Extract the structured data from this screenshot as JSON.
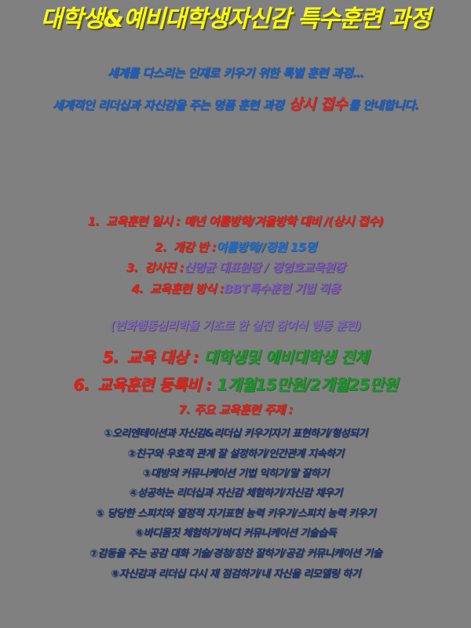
{
  "poster": {
    "background_color": "#808080",
    "title": "대학생&예비대학생자신감 특수훈련 과정",
    "title_color": "#ffff00",
    "subtitle_1": "세계를 다스리는 인재로 키우기 위한 특별 훈련 과정…",
    "subtitle_2_before": "세계적인 리더십과 자신감을 주는 명품 훈련 과정 ",
    "subtitle_2_highlight": "상시 접수",
    "subtitle_2_after": "를 안내합니다.",
    "subtitle_color": "#1560d0",
    "highlight_color": "#e8201a"
  },
  "items": [
    {
      "number": "1.",
      "label": "교육훈련 일시 :",
      "value": "매년 여름방학/겨울방학 대비 /(상시 접수)",
      "label_color": "#ee1c10",
      "value_color": "#ee1c10"
    },
    {
      "number": "2.",
      "label": "개강 반 :",
      "value": "여름방학//정원 15명",
      "label_color": "#ee1c10",
      "value_color": "#1b6fd8"
    },
    {
      "number": "3.",
      "label": "강사진 :",
      "value": "신명균 대표원장 / 정영호교육원장",
      "label_color": "#ee1c10",
      "value_color": "#7d5ac0"
    },
    {
      "number": "4.",
      "label": "교육훈련 방식 :",
      "value": "BBT특수훈련 기법 적용",
      "label_color": "#ee1c10",
      "value_color": "#7d5ac0"
    },
    {
      "number": "5.",
      "label": "교육 대상 :",
      "value": "대학생및 예비대학생 전체",
      "label_color": "#ee1c10",
      "value_color": "#149b23"
    },
    {
      "number": "6.",
      "label": "교육훈련 등록비 :",
      "value": "1개월15만원/2개월25만원",
      "label_color": "#ee1c10",
      "value_color": "#149b23"
    },
    {
      "number": "7.",
      "label": "주요 교육훈련 주제 :",
      "value": "",
      "label_color": "#ee1c10",
      "value_color": "#ee1c10"
    }
  ],
  "note": "(변화행동심리학을 기초로 한 실전 참여식 행동 훈련)",
  "note_color": "#8168bd",
  "topics": [
    "①오리엔테이션과 자신감&리더십 키우기자기 표현하기/형성되기",
    "②친구와 우호적 관계 잘 설정하기/인간관계 지속하기",
    "③대방의 커뮤니케이션 기법 익히기/말 잘하기",
    "④성공하는 리더십과 자신감 체험하기/자신감 채우기",
    "⑤ 당당한 스피치와 열정적 자기표현 능력 키우기/스피치 능력 키우기",
    "⑥바디몸짓 체험하기/바디 커뮤니케이션 기술습득",
    "⑦감동을 주는 공감 대화 기술/경청/칭찬 잘하기/공감 커뮤니케이션 기술",
    "⑧자신감과 리더십 다시 재 점검하기/내 자신을 리모델링 하기"
  ],
  "topics_color": "#17306e"
}
